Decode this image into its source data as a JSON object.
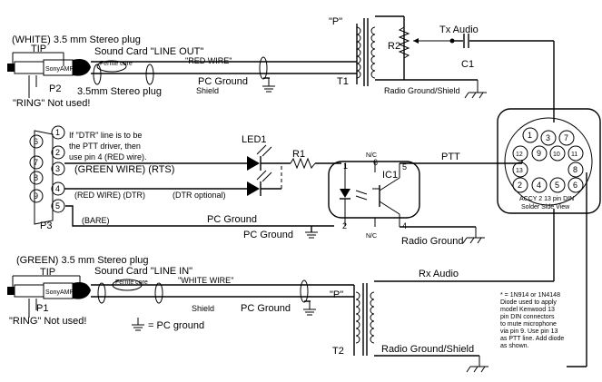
{
  "labels": {
    "top_plug": "(WHITE) 3.5 mm Stereo plug",
    "tip_top": "TIP",
    "sound_card_out": "Sound Card \"LINE OUT\"",
    "ferrite_top": "Ferrite core",
    "red_wire": "\"RED WIRE\"",
    "pc_ground_top": "PC Ground",
    "shield_top": "Shield",
    "p2": "P2",
    "plug_3_5_top": "3.5mm Stereo plug",
    "ring_top": "\"RING\" Not used!",
    "t1": "T1",
    "p_top": "\"P\"",
    "r2": "R2",
    "tx_audio": "Tx Audio",
    "c1": "C1",
    "radio_ground_top": "Radio Ground/Shield",
    "dtr_note_1": "If \"DTR\" line is to be",
    "dtr_note_2": "the PTT driver, then",
    "dtr_note_3": "use pin 4 (RED wire).",
    "led1": "LED1",
    "r1": "R1",
    "green_rts": "(GREEN WIRE) (RTS)",
    "red_dtr": "(RED WIRE) (DTR)",
    "dtr_optional": "(DTR optional)",
    "bare": "(BARE)",
    "pc_ground_mid": "PC Ground",
    "pc_ground_mid2": "PC Ground",
    "p3": "P3",
    "nc_top": "N/C",
    "nc_bot": "N/C",
    "ic1": "IC1",
    "ptt": "PTT",
    "radio_ground_mid": "Radio Ground",
    "accy_1": "ACCY 2 13 pin DIN",
    "accy_2": "Solder Side View",
    "bottom_plug": "(GREEN) 3.5 mm Stereo plug",
    "tip_bot": "TIP",
    "sound_card_in": "Sound Card \"LINE IN\"",
    "ferrite_bot": "Ferrite core",
    "white_wire": "\"WHITE WIRE\"",
    "rx_audio": "Rx Audio",
    "p_bot": "\"P\"",
    "p1": "P1",
    "ring_bot": "\"RING\" Not used!",
    "shield_bot": "Shield",
    "pc_ground_bot": "PC Ground",
    "pc_ground_legend": "= PC ground",
    "t2": "T2",
    "radio_ground_bot": "Radio Ground/Shield",
    "plug_brand": "SonyAMP",
    "note_1": "* = 1N914 or 1N4148",
    "note_2": "Diode used to apply",
    "note_3": "model Kenwood 13",
    "note_4": "pin DIN connectors",
    "note_5": "to mute microphone",
    "note_6": "via pin 9. Use pin 13",
    "note_7": "as PTT line. Add diode",
    "note_8": "as shown."
  },
  "db9_pins": [
    "6",
    "7",
    "8",
    "9",
    "1",
    "2",
    "3",
    "4",
    "5"
  ],
  "din_pins": [
    "1",
    "3",
    "12",
    "9",
    "10",
    "11",
    "13",
    "8",
    "2",
    "4",
    "5",
    "6",
    "7"
  ],
  "opto_pins": {
    "p1": "1",
    "p2": "2",
    "p4": "4",
    "p5": "5",
    "p6": "6"
  }
}
